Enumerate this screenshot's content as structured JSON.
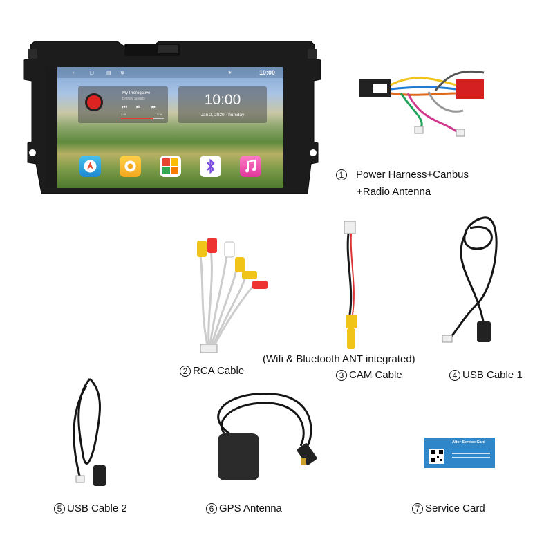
{
  "screen": {
    "status_time": "10:00",
    "clock_time": "10:00",
    "clock_date": "Jan 2, 2020  Thursday",
    "song_title": "My Prerogative",
    "song_artist": "Britney Spears",
    "song_elapsed": "2:45",
    "song_total": "3:34",
    "apps": [
      "navigation-icon",
      "settings-icon",
      "apps-icon",
      "bluetooth-icon",
      "music-icon"
    ]
  },
  "labels": {
    "item1_num": "1",
    "item1_line1": "Power Harness+Canbus",
    "item1_line2": "+Radio Antenna",
    "item2_num": "2",
    "item2_text": "RCA Cable",
    "note": "(Wifi & Bluetooth ANT integrated)",
    "item3_num": "3",
    "item3_text": "CAM Cable",
    "item4_num": "4",
    "item4_text": "USB Cable 1",
    "item5_num": "5",
    "item5_text": "USB Cable 2",
    "item6_num": "6",
    "item6_text": "GPS Antenna",
    "item7_num": "7",
    "item7_text": "Service Card"
  },
  "service_card": {
    "title": "After Service Card"
  },
  "colors": {
    "frame": "#1c1c1c",
    "card_blue": "#2f86c8"
  }
}
